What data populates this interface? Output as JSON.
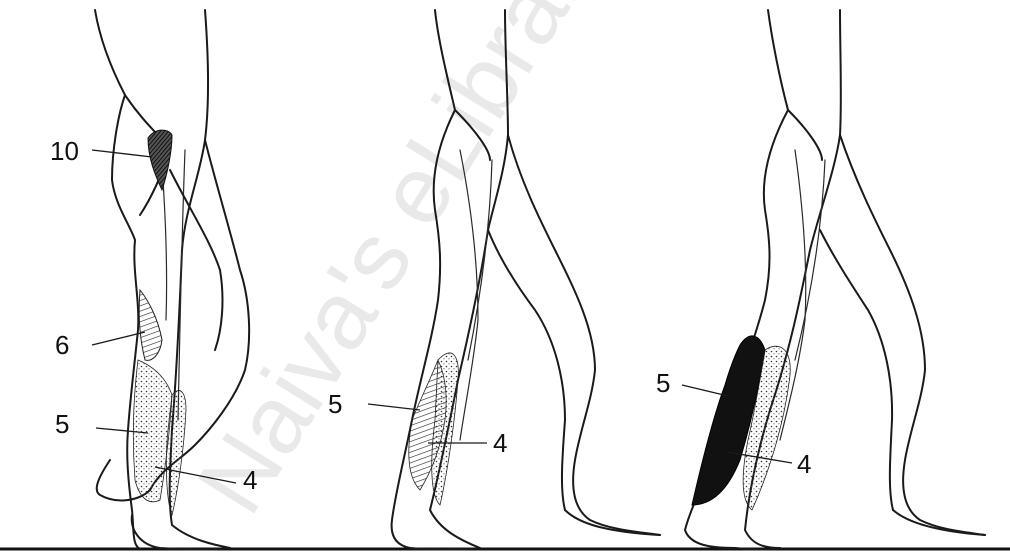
{
  "figure": {
    "watermark": "Naiva's eLibrary",
    "panels": [
      {
        "id": "left",
        "labels": [
          "10",
          "6",
          "5",
          "4"
        ]
      },
      {
        "id": "middle",
        "labels": [
          "5",
          "4"
        ]
      },
      {
        "id": "right",
        "labels": [
          "5",
          "4"
        ]
      }
    ],
    "shading": {
      "label_10": "dark hatched",
      "label_6": "light hatched",
      "label_5_left": "dotted",
      "label_5_middle": "hatched",
      "label_5_right": "solid black",
      "label_4": "dotted"
    },
    "colors": {
      "line": "#1a1a1a",
      "dark_fill": "#111111",
      "background": "#ffffff"
    }
  }
}
